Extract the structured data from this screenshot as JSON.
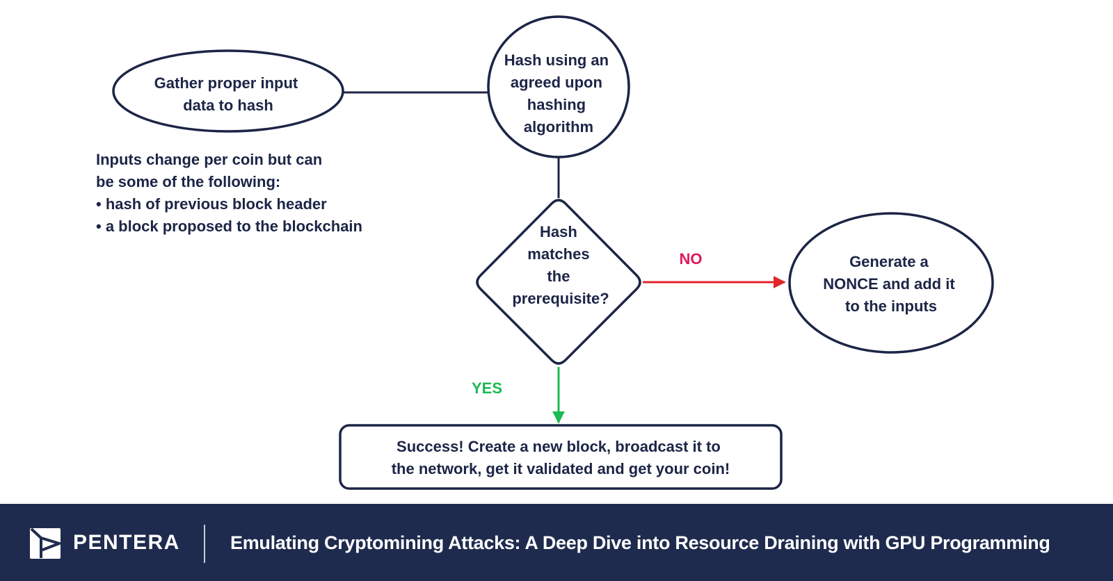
{
  "colors": {
    "stroke": "#1c2546",
    "no_arrow": "#e0252b",
    "no_label": "#e0195f",
    "yes_arrow": "#1db954",
    "yes_label": "#1db954",
    "footer_bg": "#1f2b4e"
  },
  "nodes": {
    "gather": {
      "lines": [
        "Gather proper input",
        "data to hash"
      ]
    },
    "hash": {
      "lines": [
        "Hash using an",
        "agreed upon",
        "hashing",
        "algorithm"
      ]
    },
    "decision": {
      "lines": [
        "Hash",
        "matches",
        "the",
        "prerequisite?"
      ]
    },
    "nonce": {
      "lines": [
        "Generate a",
        "NONCE and add it",
        "to the inputs"
      ]
    },
    "success": {
      "lines": [
        "Success! Create a new block, broadcast it to",
        "the network, get it validated and get your coin!"
      ]
    }
  },
  "edges": {
    "no_label": "NO",
    "yes_label": "YES"
  },
  "note": {
    "lines": [
      "Inputs change per coin but can",
      "be some of the following:",
      "• hash of previous block header",
      "• a block proposed to the blockchain"
    ]
  },
  "footer": {
    "brand": "PENTERA",
    "title": "Emulating Cryptomining Attacks: A Deep Dive into Resource Draining with GPU Programming"
  }
}
